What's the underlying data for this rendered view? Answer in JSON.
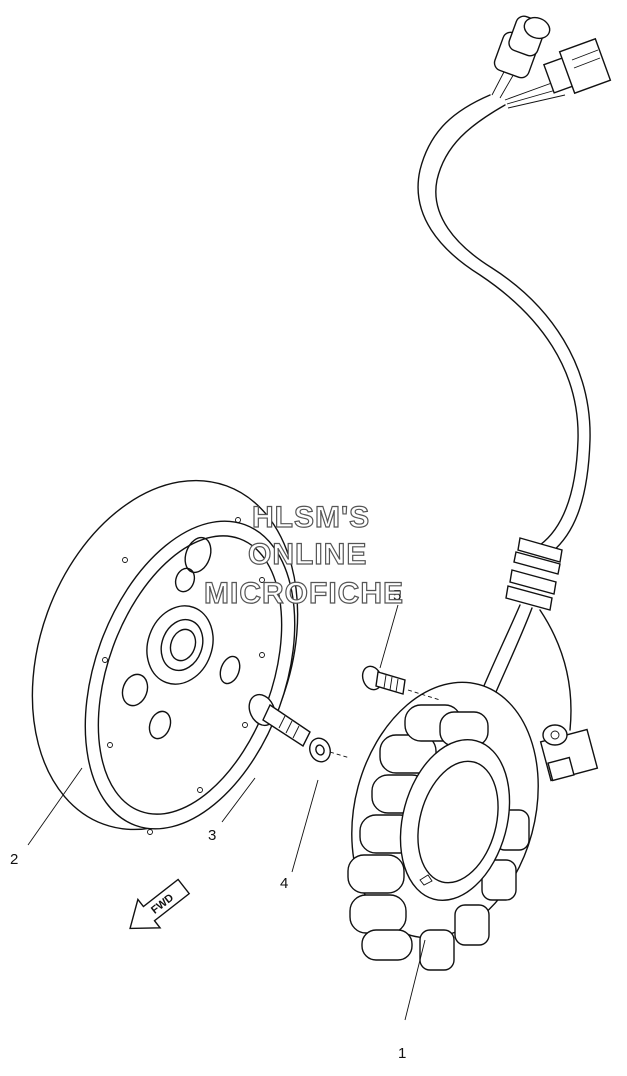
{
  "watermark": {
    "line1": "HLSM'S",
    "line2": "ONLINE",
    "line3": "MICROFICHE"
  },
  "callouts": [
    {
      "id": "1",
      "label": "1"
    },
    {
      "id": "2",
      "label": "2"
    },
    {
      "id": "3",
      "label": "3"
    },
    {
      "id": "4",
      "label": "4"
    },
    {
      "id": "5",
      "label": "5"
    }
  ],
  "direction_arrow": {
    "label": "FWD",
    "icon": "fwd-arrow-icon"
  },
  "colors": {
    "ink": "#111111",
    "background": "#ffffff",
    "watermark_outline": "#555555"
  }
}
